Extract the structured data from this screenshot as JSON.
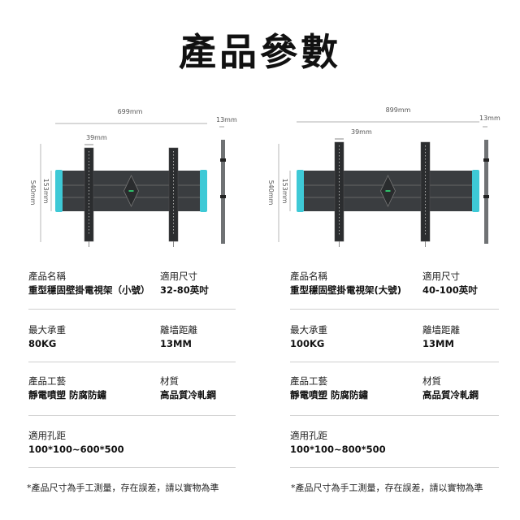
{
  "title": "產品參數",
  "products": [
    {
      "dims": {
        "width": "699mm",
        "depth": "13mm",
        "arm": "39mm",
        "height": "540mm",
        "plate": "153mm"
      },
      "specs": [
        {
          "label": "產品名稱",
          "value": "重型穩固壁掛電視架（小號）"
        },
        {
          "label": "適用尺寸",
          "value": "32-80英吋"
        },
        {
          "label": "最大承重",
          "value": "80KG"
        },
        {
          "label": "離墙距離",
          "value": "13MM"
        },
        {
          "label": "產品工藝",
          "value": "靜電噴塑 防腐防鏽"
        },
        {
          "label": "材質",
          "value": "高品質冷軋鋼"
        },
        {
          "label": "適用孔距",
          "value": "100*100~600*500"
        }
      ],
      "note": "*產品尺寸為手工測量，存在誤差，請以實物為準"
    },
    {
      "dims": {
        "width": "899mm",
        "depth": "13mm",
        "arm": "39mm",
        "height": "540mm",
        "plate": "153mm"
      },
      "specs": [
        {
          "label": "產品名稱",
          "value": "重型穩固壁掛電視架(大號)"
        },
        {
          "label": "適用尺寸",
          "value": "40-100英吋"
        },
        {
          "label": "最大承重",
          "value": "100KG"
        },
        {
          "label": "離墙距離",
          "value": "13MM"
        },
        {
          "label": "產品工藝",
          "value": "靜電噴塑 防腐防鏽"
        },
        {
          "label": "材質",
          "value": "高品質冷軋鋼"
        },
        {
          "label": "適用孔距",
          "value": "100*100~800*500"
        }
      ],
      "note": "*產品尺寸為手工測量，存在誤差，請以實物為準"
    }
  ],
  "colors": {
    "accent": "#3ec9d6",
    "bracket": "#3a3d40",
    "green": "#2fbf6a"
  }
}
